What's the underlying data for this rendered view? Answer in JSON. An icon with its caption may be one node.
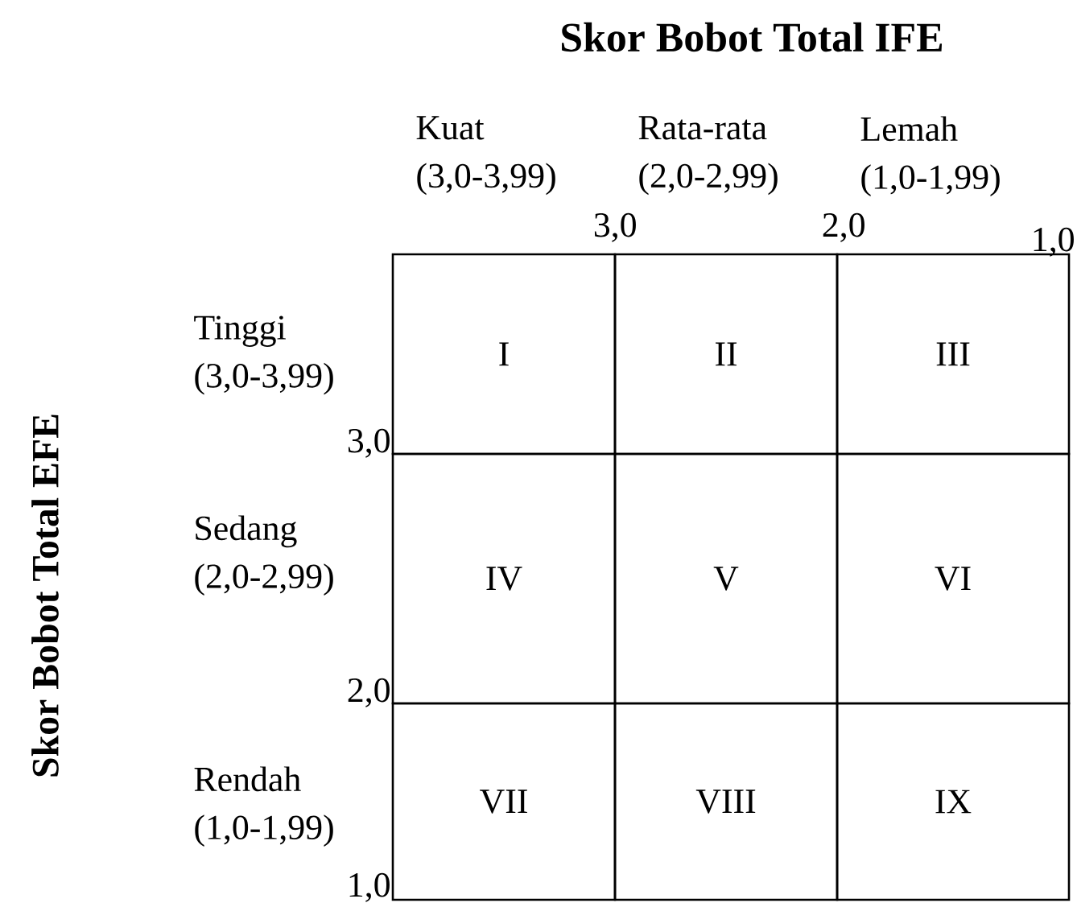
{
  "diagram": {
    "title": "Skor Bobot Total IFE",
    "nodes": [
      {
        "text": [
          "I"
        ]
      },
      {
        "text": [
          "II"
        ]
      },
      {
        "text": [
          "III"
        ]
      },
      {
        "text": [
          "IV"
        ]
      },
      {
        "text": [
          "V"
        ]
      },
      {
        "text": [
          "VI"
        ]
      },
      {
        "text": [
          "VII"
        ]
      },
      {
        "text": [
          "VIII"
        ]
      },
      {
        "text": [
          "IX"
        ]
      }
    ],
    "labels": [
      "Kuat (3,0-3,99)",
      "Rata-rata (2,0-2,99)",
      "Lemah (1,0-1,99)",
      "3,0",
      "2,0",
      "1,0",
      "Skor Bobot Total EFE",
      "Tinggi (3,0-3,99)",
      "3,0",
      "Sedang (2,0-2,99)",
      "2,0",
      "Rendah (1,0-1,99)",
      "1,0"
    ]
  }
}
